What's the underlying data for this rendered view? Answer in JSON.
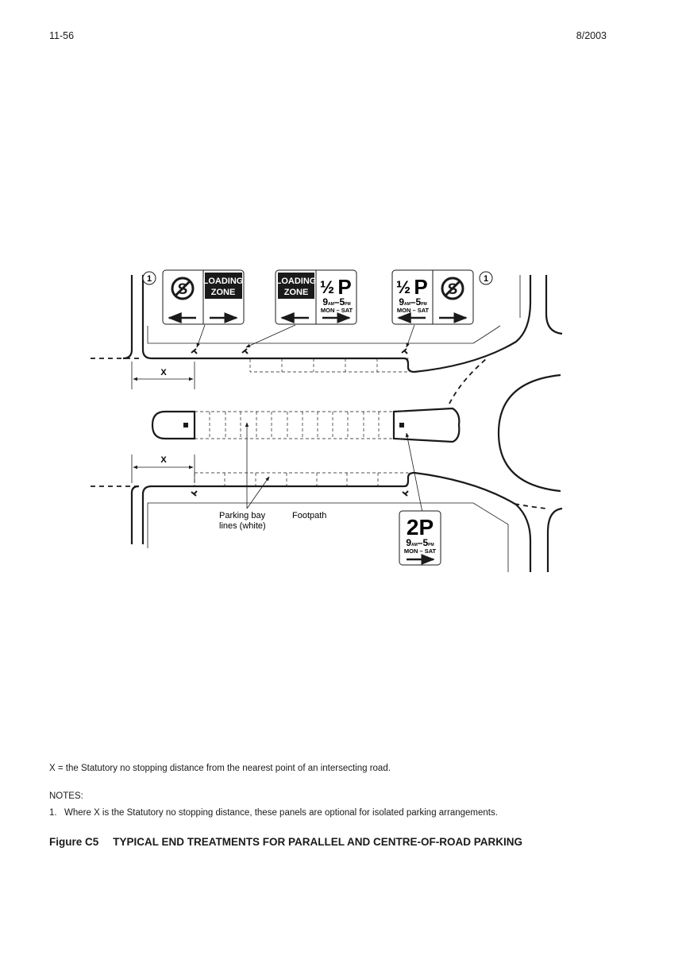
{
  "header": {
    "page_number": "11-56",
    "date": "8/2003"
  },
  "diagram": {
    "dimension_label": "X",
    "note_marker": "1",
    "labels": {
      "parking_bay": [
        "Parking bay",
        "lines (white)"
      ],
      "footpath": "Footpath"
    },
    "signs": {
      "loading_zone": [
        "LOADING",
        "ZONE"
      ],
      "half_p": {
        "fraction": "½",
        "p": "P",
        "hours": [
          "9",
          "AM",
          "–5",
          "PM"
        ],
        "days": "MON – SAT"
      },
      "two_p": {
        "p": "2P",
        "hours": [
          "9",
          "AM",
          "–5",
          "PM"
        ],
        "days": "MON – SAT"
      },
      "no_stopping_icon": "no-stopping-icon",
      "arrow_icons": [
        "arrow-left-icon",
        "arrow-right-icon"
      ]
    }
  },
  "footnote": {
    "x_definition": "X = the Statutory no stopping distance from the nearest point of an intersecting road."
  },
  "notes": {
    "heading": "NOTES:",
    "items": [
      {
        "num": "1.",
        "text": "Where X is the Statutory no stopping distance, these panels are optional for isolated parking arrangements."
      }
    ]
  },
  "caption": {
    "number": "Figure C5",
    "title": "TYPICAL END TREATMENTS FOR PARALLEL AND CENTRE-OF-ROAD PARKING"
  }
}
